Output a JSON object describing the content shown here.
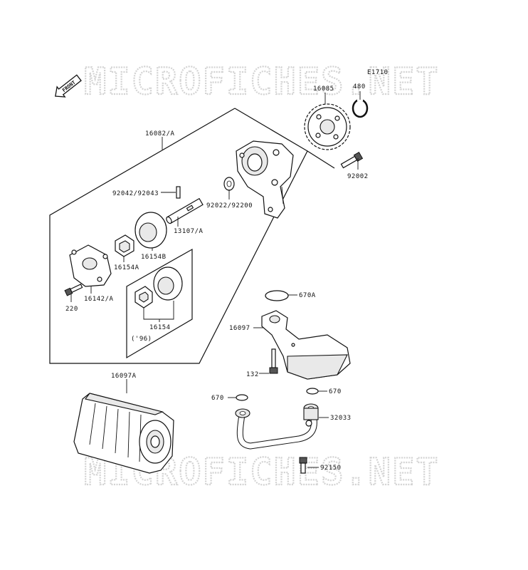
{
  "watermark": "MICROFICHES.NET",
  "diagram_code": "E1710",
  "front_arrow": "FRONT",
  "parts": {
    "sprocket": "16085",
    "circlip": "480",
    "pump_assembly": "16082/A",
    "bolt_pump": "92002",
    "pin": "92042/92043",
    "washer": "92022/92200",
    "shaft": "13107/A",
    "rotor_b": "16154B",
    "rotor_a": "16154A",
    "cover": "16142/A",
    "cover_bolt": "220",
    "rotor_set": "16154",
    "rotor_set_note": "('96)",
    "oring_a": "670A",
    "strainer": "16097",
    "strainer_bolt": "132",
    "filter": "16097A",
    "oring_left": "670",
    "oring_right": "670",
    "pipe": "32033",
    "pipe_bolt": "92150"
  }
}
